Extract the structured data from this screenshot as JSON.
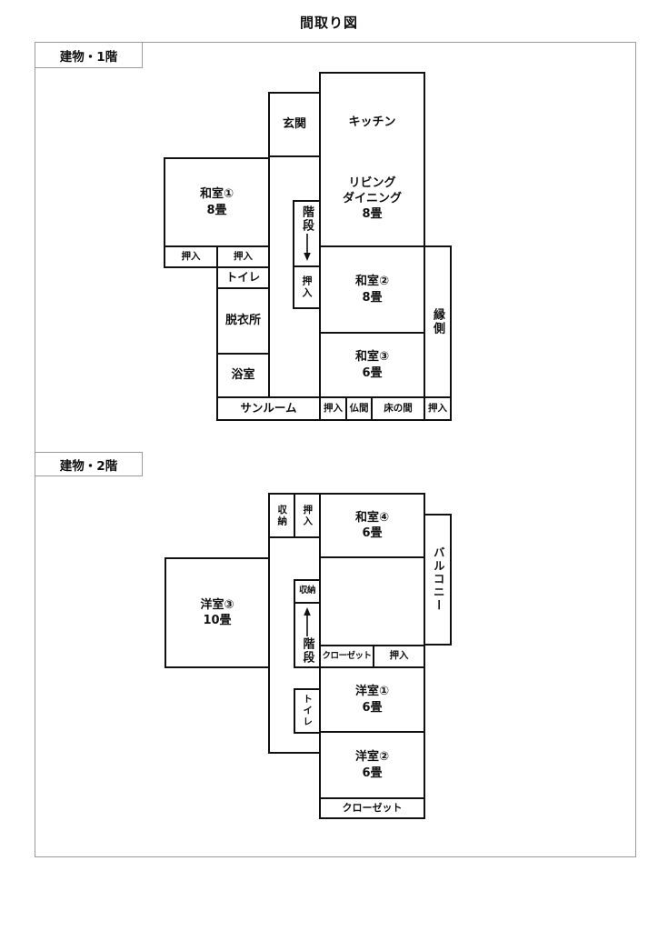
{
  "title": "間取り図",
  "colors": {
    "wall": "#111111",
    "frame": "#9a9a9a",
    "text": "#111111",
    "background": "#ffffff"
  },
  "floor1": {
    "label": "建物・1階",
    "rooms": {
      "kitchen": {
        "name": "キッチン"
      },
      "living": {
        "name": "リビング\nダイニング",
        "size": "8畳"
      },
      "genkan": {
        "name": "玄関"
      },
      "washitsu1": {
        "name": "和室①",
        "size": "8畳"
      },
      "oshiire_a": {
        "name": "押入"
      },
      "oshiire_b": {
        "name": "押入"
      },
      "toilet": {
        "name": "トイレ"
      },
      "datsuijo": {
        "name": "脱衣所"
      },
      "bathroom": {
        "name": "浴室"
      },
      "sunroom": {
        "name": "サンルーム"
      },
      "stairs": {
        "name": "階段"
      },
      "stairs_oshiire": {
        "name": "押入"
      },
      "washitsu2": {
        "name": "和室②",
        "size": "8畳"
      },
      "washitsu3": {
        "name": "和室③",
        "size": "6畳"
      },
      "engawa": {
        "name": "縁側"
      },
      "oshiire_c": {
        "name": "押入"
      },
      "butsuma": {
        "name": "仏間"
      },
      "tokonoma": {
        "name": "床の間"
      },
      "oshiire_d": {
        "name": "押入"
      }
    }
  },
  "floor2": {
    "label": "建物・2階",
    "rooms": {
      "shuno_top": {
        "name": "収納"
      },
      "oshiire_top": {
        "name": "押入"
      },
      "washitsu4": {
        "name": "和室④",
        "size": "6畳"
      },
      "balcony": {
        "name": "バルコニー"
      },
      "yoshitsu3": {
        "name": "洋室③",
        "size": "10畳"
      },
      "shuno_mid": {
        "name": "収納"
      },
      "stairs": {
        "name": "階段"
      },
      "closet_a": {
        "name": "クローゼット"
      },
      "oshiire_mid": {
        "name": "押入"
      },
      "toilet": {
        "name": "トイレ"
      },
      "yoshitsu1": {
        "name": "洋室①",
        "size": "6畳"
      },
      "yoshitsu2": {
        "name": "洋室②",
        "size": "6畳"
      },
      "closet_b": {
        "name": "クローゼット"
      }
    }
  }
}
